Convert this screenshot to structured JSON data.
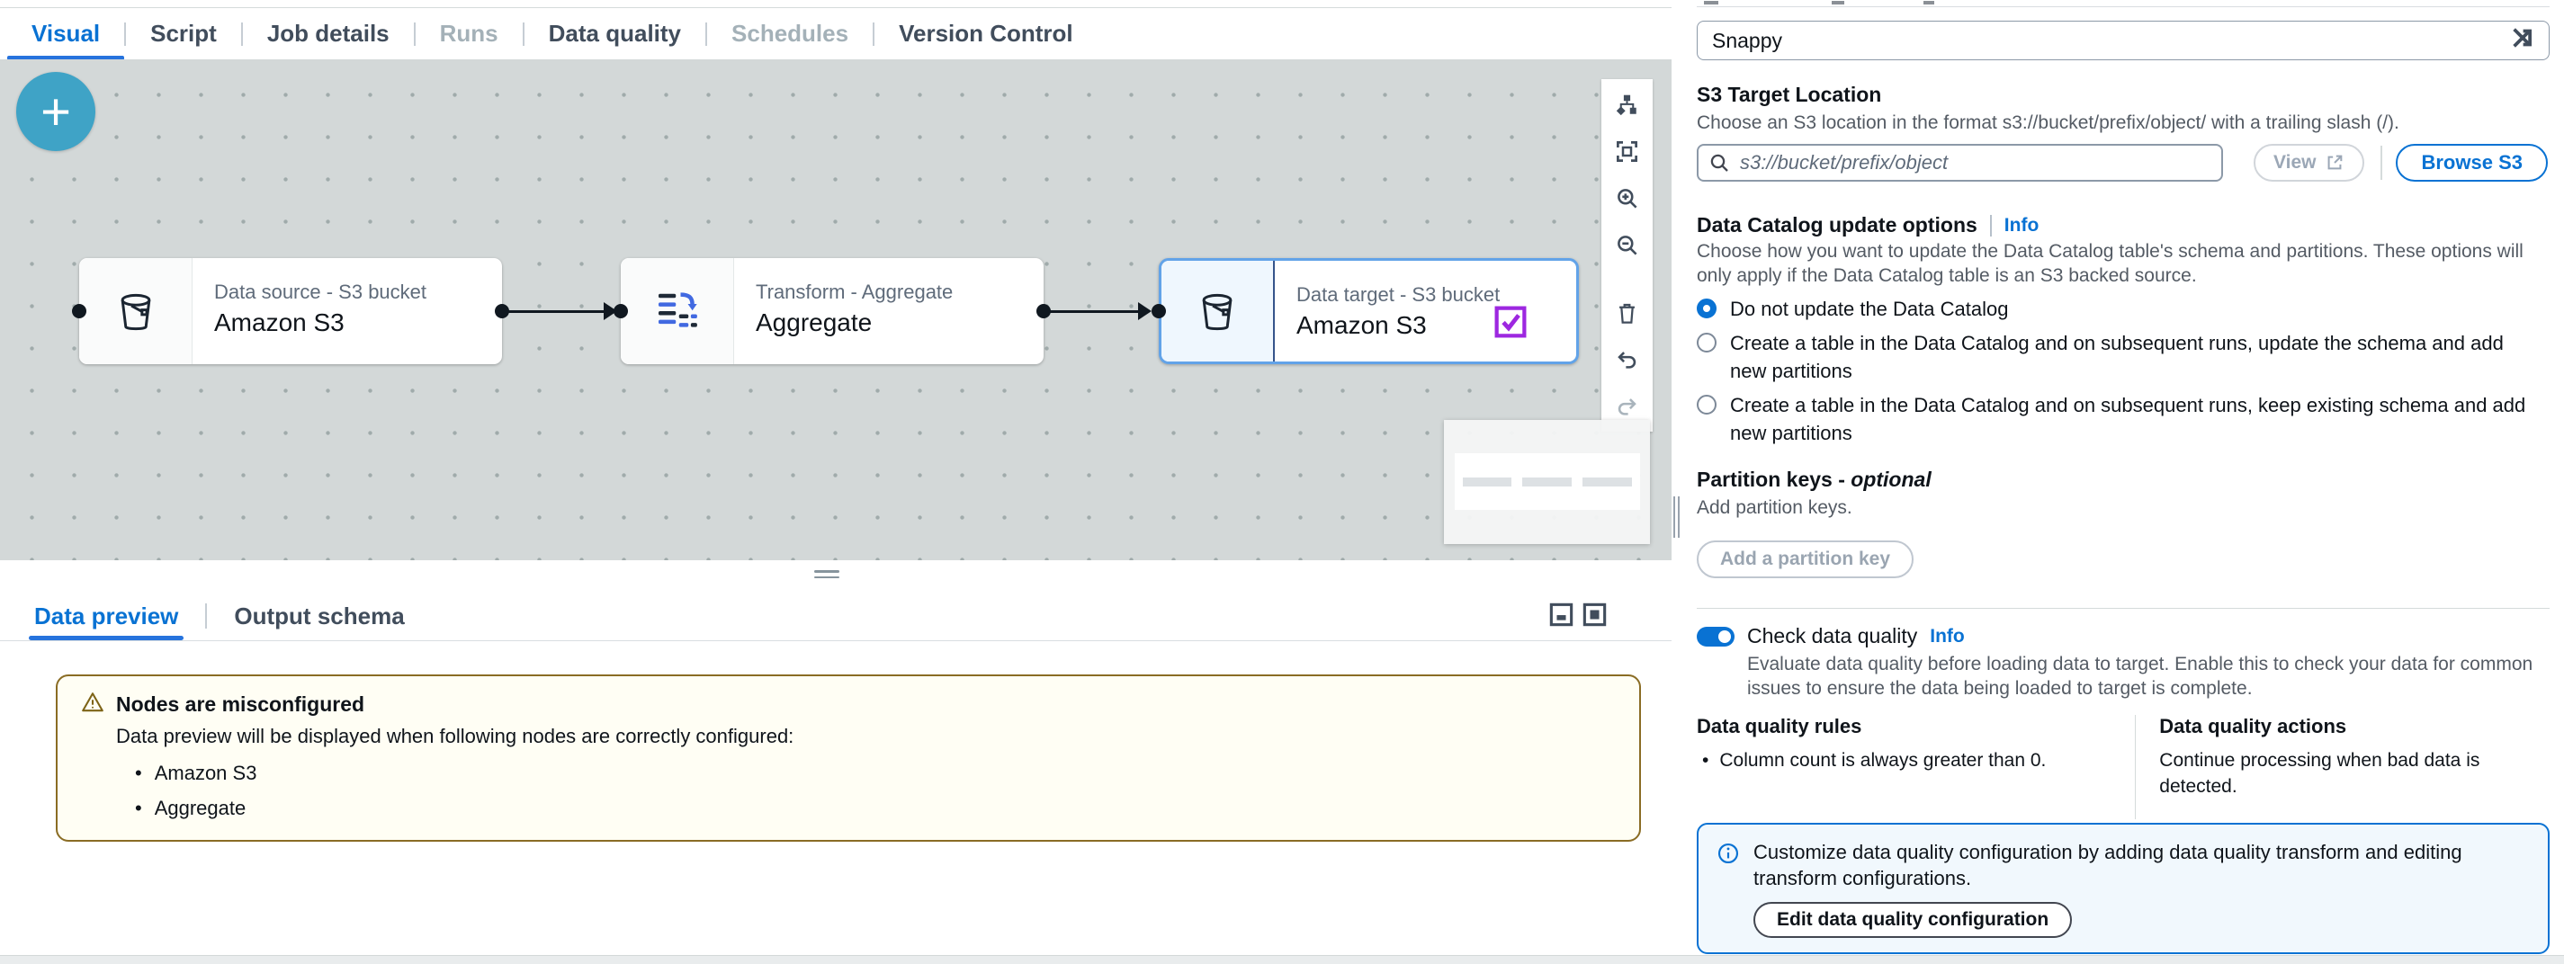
{
  "tabs": {
    "items": [
      {
        "label": "Visual",
        "state": "active"
      },
      {
        "label": "Script",
        "state": "default"
      },
      {
        "label": "Job details",
        "state": "default"
      },
      {
        "label": "Runs",
        "state": "disabled"
      },
      {
        "label": "Data quality",
        "state": "default"
      },
      {
        "label": "Schedules",
        "state": "disabled"
      },
      {
        "label": "Version Control",
        "state": "default"
      }
    ]
  },
  "canvas": {
    "add_button_label": "+",
    "nodes": [
      {
        "type_label": "Data source - S3 bucket",
        "name": "Amazon S3",
        "icon": "s3-bucket-icon",
        "selected": false
      },
      {
        "type_label": "Transform - Aggregate",
        "name": "Aggregate",
        "icon": "aggregate-icon",
        "selected": false
      },
      {
        "type_label": "Data target - S3 bucket",
        "name": "Amazon S3",
        "icon": "s3-bucket-icon",
        "selected": true,
        "badge": "purple-checkbox"
      }
    ],
    "toolbar_icons": [
      "auto-layout-icon",
      "fit-to-view-icon",
      "zoom-in-icon",
      "zoom-out-icon",
      "trash-icon",
      "undo-icon",
      "redo-icon"
    ]
  },
  "preview_panel": {
    "tabs": [
      {
        "label": "Data preview",
        "state": "active"
      },
      {
        "label": "Output schema",
        "state": "default"
      }
    ],
    "warning": {
      "title": "Nodes are misconfigured",
      "message": "Data preview will be displayed when following nodes are correctly configured:",
      "bullets": [
        "Amazon S3",
        "Aggregate"
      ]
    }
  },
  "properties_panel": {
    "compression_value": "Snappy",
    "s3_target": {
      "label": "S3 Target Location",
      "description": "Choose an S3 location in the format s3://bucket/prefix/object/ with a trailing slash (/).",
      "placeholder": "s3://bucket/prefix/object",
      "view_button": "View",
      "browse_button": "Browse S3"
    },
    "catalog": {
      "label": "Data Catalog update options",
      "info_link": "Info",
      "description": "Choose how you want to update the Data Catalog table's schema and partitions. These options will only apply if the Data Catalog table is an S3 backed source.",
      "options": [
        {
          "label": "Do not update the Data Catalog",
          "selected": true
        },
        {
          "label": "Create a table in the Data Catalog and on subsequent runs, update the schema and add new partitions",
          "selected": false
        },
        {
          "label": "Create a table in the Data Catalog and on subsequent runs, keep existing schema and add new partitions",
          "selected": false
        }
      ]
    },
    "partition_keys": {
      "label": "Partition keys - ",
      "optional_label": "optional",
      "helper": "Add partition keys.",
      "add_button": "Add a partition key"
    },
    "data_quality": {
      "toggle_label": "Check data quality",
      "info_link": "Info",
      "description": "Evaluate data quality before loading data to target. Enable this to check your data for common issues to ensure the data being loaded to target is complete.",
      "rules_title": "Data quality rules",
      "rule_bullet": "Column count is always greater than 0.",
      "actions_title": "Data quality actions",
      "actions_description": "Continue processing when bad data is detected.",
      "banner_text": "Customize data quality configuration by adding data quality transform and editing transform configurations.",
      "edit_button": "Edit data quality configuration"
    }
  },
  "colors": {
    "accent": "#0972d3",
    "add_button": "#3fa3c6",
    "selection_border": "#62a3e8",
    "target_badge": "#9d27e0",
    "warning_border": "#8a6c24"
  }
}
